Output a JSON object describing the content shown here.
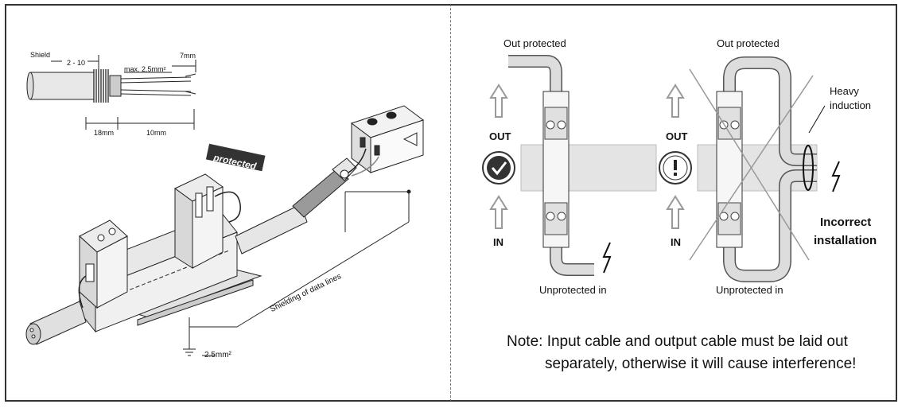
{
  "left": {
    "strip": {
      "shield": "Shield",
      "dim_2_10": "2 - 10",
      "max_area": "max. 2.5mm²",
      "dim_7mm": "7mm",
      "dim_18mm": "18mm",
      "dim_10mm": "10mm"
    },
    "protected_tag": "protected",
    "shielding_label": "Shielding of data lines",
    "ground_area": "2.5mm²"
  },
  "right": {
    "correct": {
      "top_label": "Out protected",
      "bottom_label": "Unprotected in",
      "out_label": "OUT",
      "in_label": "IN",
      "status_icon": "check-icon"
    },
    "incorrect": {
      "top_label": "Out protected",
      "bottom_label": "Unprotected in",
      "out_label": "OUT",
      "in_label": "IN",
      "status_icon": "exclamation-icon",
      "heavy_induction_1": "Heavy",
      "heavy_induction_2": "induction",
      "incorrect_1": "Incorrect",
      "incorrect_2": "installation"
    },
    "note_line1": "Note: Input cable and output cable must be laid out",
    "note_line2": "separately, otherwise it will cause interference!"
  }
}
